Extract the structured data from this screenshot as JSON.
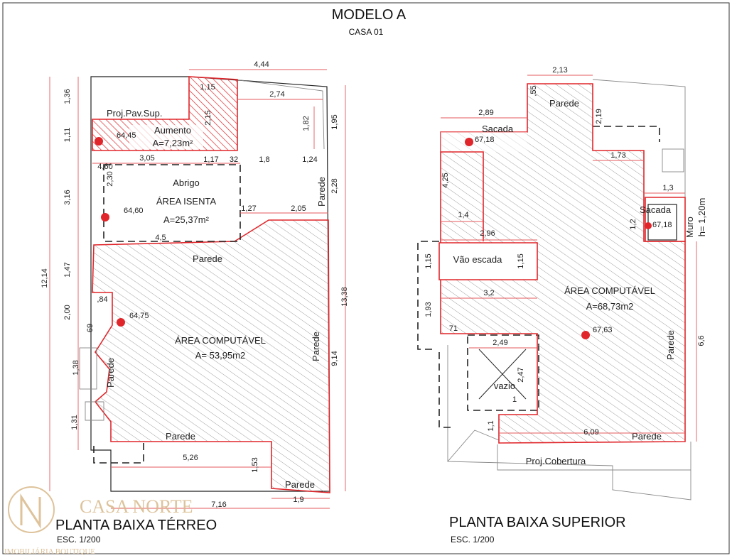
{
  "title": "MODELO A",
  "subtitle": "CASA 01",
  "ground_floor": {
    "heading": "PLANTA  BAIXA TÉRREO",
    "scale": "ESC. 1/200",
    "areas": {
      "aumento_name": "Aumento",
      "aumento_area": "A=7,23m²",
      "proj": "Proj.Pav.Sup.",
      "abrigo_name": "Abrigo",
      "abrigo_type": "ÁREA ISENTA",
      "abrigo_area": "A=25,37m²",
      "comp_type": "ÁREA COMPUTÁVEL",
      "comp_area": "A= 53,95m2"
    },
    "walls": [
      "Parede",
      "Parede",
      "Parede",
      "Parede",
      "Parede",
      "Parede"
    ],
    "levels": [
      "64,45",
      "64,60",
      "64,75"
    ],
    "dims": [
      "4,44",
      "1,36",
      "1,11",
      "3,16",
      "1,47",
      "2,00",
      "1,38",
      "1,31",
      "12,14",
      "13,38",
      "9,14",
      "2,28",
      "1,95",
      "1,82",
      "2,74",
      "2,15",
      "1,15",
      "3,05",
      "1,17",
      "32",
      "1,8",
      "1,24",
      "4,60",
      "2,30",
      "1,27",
      "2,05",
      "4,5",
      ",84",
      "69",
      "5,26",
      "1,53",
      "7,16",
      "1,9"
    ]
  },
  "upper_floor": {
    "heading": "PLANTA  BAIXA SUPERIOR",
    "scale": "ESC. 1/200",
    "areas": {
      "sacada1": "Sacada",
      "sacada2": "Sacada",
      "escada": "Vão escada",
      "comp_type": "ÁREA COMPUTÁVEL",
      "comp_area": "A=68,73m2",
      "vazio": "vazio",
      "proj_cob": "Proj.Cobertura",
      "muro": "Muro",
      "muro_h": "h= 1,20m"
    },
    "walls": [
      "Parede",
      "Parede",
      "Parede"
    ],
    "levels": [
      "67,18",
      "67,18",
      "67,63"
    ],
    "dims": [
      "2,13",
      ",55",
      "2,19",
      "2,89",
      "1,73",
      "4,25",
      "1,3",
      "1,2",
      "1,4",
      "2,96",
      "1,15",
      "1,15",
      "3,2",
      "1,93",
      "71",
      "2,49",
      "2,47",
      "1",
      "1,1",
      "6,6",
      "6,09"
    ]
  },
  "logo": {
    "name": "CASA NORTE",
    "tag": "IMOBILIÁRIA BOUTIQUE",
    "color": "#d8b98a"
  },
  "colors": {
    "plan_red": "#e0262b",
    "ink": "#222222"
  }
}
